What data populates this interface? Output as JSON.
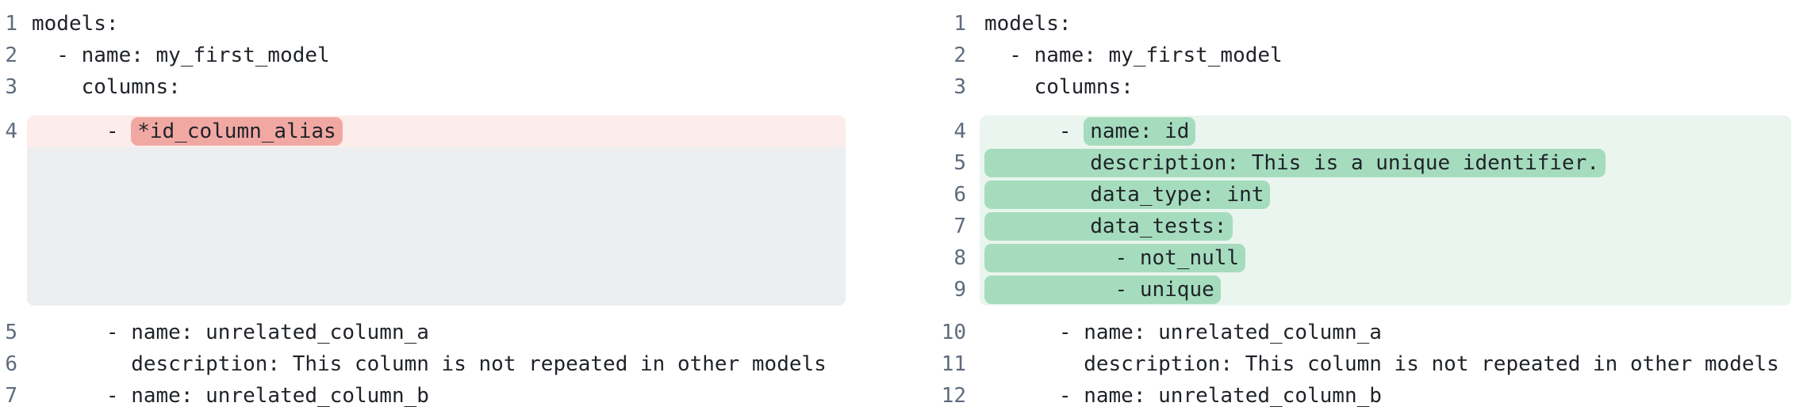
{
  "diff": {
    "panes": [
      {
        "side": "old",
        "lines": [
          {
            "type": "context",
            "num": "1",
            "text": "models:"
          },
          {
            "type": "context",
            "num": "2",
            "text": "  - name: my_first_model"
          },
          {
            "type": "context",
            "num": "3",
            "text": "    columns:"
          },
          {
            "type": "removed",
            "num": "4",
            "prefix": "      - ",
            "token": "*id_column_alias"
          },
          {
            "type": "filler"
          },
          {
            "type": "context",
            "num": "5",
            "text": "      - name: unrelated_column_a"
          },
          {
            "type": "context",
            "num": "6",
            "text": "        description: This column is not repeated in other models"
          },
          {
            "type": "context",
            "num": "7",
            "text": "      - name: unrelated_column_b"
          }
        ]
      },
      {
        "side": "new",
        "lines": [
          {
            "type": "context",
            "num": "1",
            "text": "models:"
          },
          {
            "type": "context",
            "num": "2",
            "text": "  - name: my_first_model"
          },
          {
            "type": "context",
            "num": "3",
            "text": "    columns:"
          },
          {
            "type": "added",
            "num": "4",
            "prefix": "      - ",
            "token": "name: id"
          },
          {
            "type": "added",
            "num": "5",
            "prefix": "",
            "token": "        description: This is a unique identifier."
          },
          {
            "type": "added",
            "num": "6",
            "prefix": "",
            "token": "        data_type: int"
          },
          {
            "type": "added",
            "num": "7",
            "prefix": "",
            "token": "        data_tests:"
          },
          {
            "type": "added",
            "num": "8",
            "prefix": "",
            "token": "          - not_null"
          },
          {
            "type": "added",
            "num": "9",
            "prefix": "",
            "token": "          - unique"
          },
          {
            "type": "context",
            "num": "10",
            "text": "      - name: unrelated_column_a"
          },
          {
            "type": "context",
            "num": "11",
            "text": "        description: This column is not repeated in other models"
          },
          {
            "type": "context",
            "num": "12",
            "text": "      - name: unrelated_column_b"
          }
        ]
      }
    ],
    "colors": {
      "removed_line_bg": "#fcecea",
      "removed_token_bg": "#f1a8a3",
      "added_line_bg": "#e9f5ee",
      "added_token_bg": "#a6dcbe",
      "collapsed_filler_bg": "#eceef0",
      "line_number_text": "#5f6b7e",
      "code_text": "#1f2329",
      "background": "#ffffff"
    }
  }
}
